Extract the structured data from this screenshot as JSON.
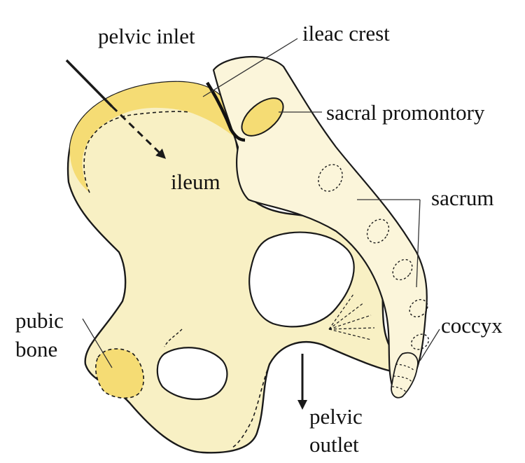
{
  "labels": {
    "pelvic_inlet": "pelvic inlet",
    "ileac_crest": "ileac crest",
    "sacral_promontory": "sacral promontory",
    "ileum": "ileum",
    "sacrum": "sacrum",
    "pubic_line1": "pubic",
    "pubic_line2": "bone",
    "coccyx": "coccyx",
    "outlet_line1": "pelvic",
    "outlet_line2": "outlet"
  },
  "colors": {
    "bone_fill": "#f8f0c4",
    "crest_fill": "#f5dc74",
    "outline": "#1a1a1a",
    "background": "#ffffff"
  }
}
